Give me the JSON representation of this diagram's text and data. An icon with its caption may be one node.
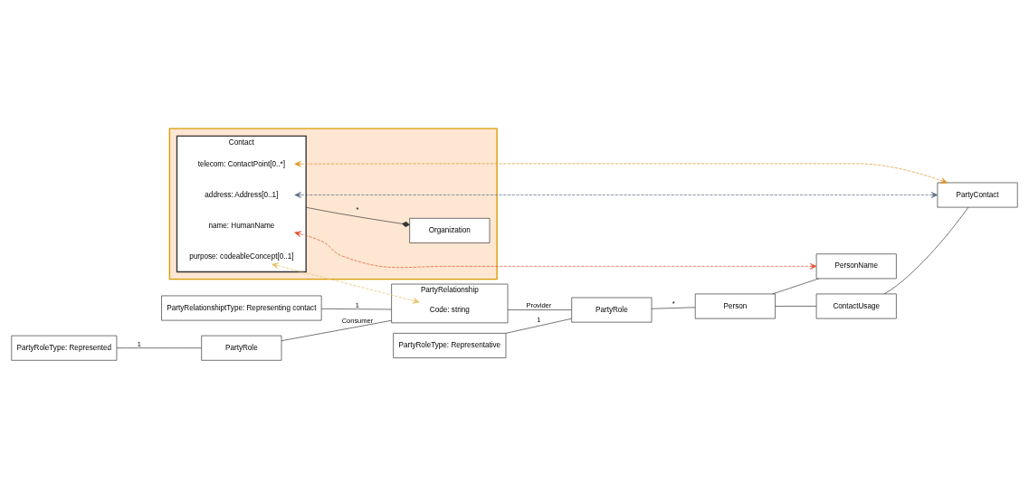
{
  "diagram": {
    "nodes": [
      {
        "text": [],
        "shape": "box"
      },
      {
        "text": [
          "Contact"
        ],
        "in": 0
      },
      {
        "text": [
          "purpose: codeableConcept[0..1]"
        ],
        "in": 1
      },
      {
        "text": [
          "name: HumanName"
        ],
        "in": 1
      },
      {
        "text": [
          "telecom: ContactPoint[0..*]"
        ],
        "in": 1
      },
      {
        "text": [
          "address: Address[0..1]"
        ],
        "in": 1
      },
      {
        "text": [
          "Organization"
        ],
        "in": 0
      },
      {
        "text": [
          "PartyRoleType: Represented"
        ]
      },
      {
        "text": [
          "PartyRelationshiptType: Representing contact"
        ]
      },
      {
        "text": [
          "PartyRoleType: Representative"
        ]
      },
      {
        "text": [
          "PartyRole"
        ]
      },
      {
        "text": [
          "PartyRelationship"
        ]
      },
      {
        "text": [
          "Code: string"
        ],
        "in": 11
      },
      {
        "text": [
          "PartyRole"
        ]
      },
      {
        "text": [
          "Person"
        ]
      },
      {
        "text": [
          "PersonName"
        ]
      },
      {
        "text": [
          "ContactUsage"
        ]
      },
      {
        "text": [
          "PartyContact"
        ]
      }
    ],
    "edges": [
      {
        "from": 1,
        "to": 6,
        "arrow": "other",
        "label": "*"
      },
      {
        "from": 7,
        "to": 10,
        "arrow": "none",
        "label": "1"
      },
      {
        "from": 8,
        "to": 11,
        "arrow": "none",
        "label": "1"
      },
      {
        "from": 9,
        "to": 13,
        "arrow": "none",
        "label": "1"
      },
      {
        "from": 10,
        "to": 11,
        "arrow": "none",
        "label": "Consumer"
      },
      {
        "from": 11,
        "to": 13,
        "arrow": "none",
        "label": "Provider"
      },
      {
        "from": 13,
        "to": 14,
        "arrow": "none",
        "label": "*"
      },
      {
        "from": 14,
        "to": 15,
        "arrow": "none"
      },
      {
        "from": 14,
        "to": 16,
        "arrow": "none"
      },
      {
        "from": 16,
        "to": 17,
        "arrow": "none"
      },
      {
        "from": 2,
        "to": 12,
        "arrow": "both",
        "style": "dashed",
        "color": "#e6c060"
      },
      {
        "from": 3,
        "to": 15,
        "arrow": "both",
        "style": "dashed",
        "color": "#e05030"
      },
      {
        "from": 4,
        "to": 17,
        "arrow": "both",
        "style": "dashed",
        "color": "#e09020"
      },
      {
        "from": 5,
        "to": 17,
        "arrow": "both",
        "style": "dashed",
        "color": "#5a6a80"
      }
    ]
  }
}
